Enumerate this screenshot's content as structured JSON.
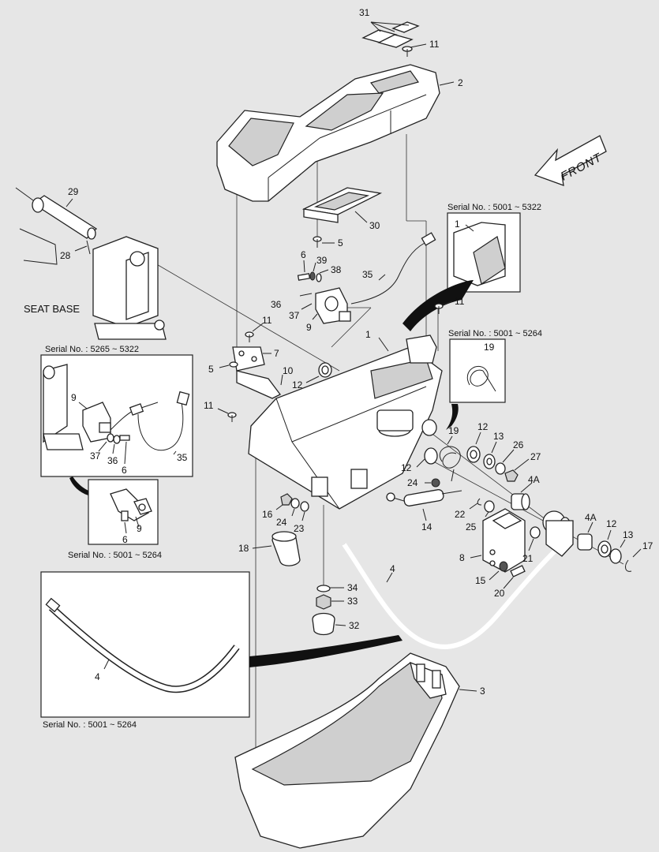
{
  "labels": {
    "p31": "31",
    "p11a": "11",
    "p2": "2",
    "p29": "29",
    "p30": "30",
    "p5a": "5",
    "p28": "28",
    "p6a": "6",
    "p39": "39",
    "p38": "38",
    "p35a": "35",
    "p36a": "36",
    "p37a": "37",
    "p9a": "9",
    "p11b": "11",
    "p11c": "11",
    "p1a": "1",
    "p7": "7",
    "p5b": "5",
    "p10": "10",
    "p12a": "12",
    "p11d": "11",
    "p19a": "19",
    "p12b": "12",
    "p13a": "13",
    "p26": "26",
    "p27": "27",
    "p4Aa": "4A",
    "p24a": "24",
    "p22": "22",
    "p25": "25",
    "p14": "14",
    "p16": "16",
    "p24b": "24",
    "p23": "23",
    "p18": "18",
    "p8": "8",
    "p21": "21",
    "p15": "15",
    "p20": "20",
    "p4Ab": "4A",
    "p12c": "12",
    "p13b": "13",
    "p17": "17",
    "p4a": "4",
    "p34": "34",
    "p33": "33",
    "p32": "32",
    "p4b": "4",
    "p3": "3",
    "p1b": "1",
    "p19b": "19",
    "p9b": "9",
    "p37b": "37",
    "p36b": "36",
    "p6b": "6",
    "p35b": "35",
    "p9c": "9",
    "p6c": "6",
    "p12d": "12"
  },
  "front_label": "FRONT",
  "seat_base": "SEAT BASE",
  "serial_captions": {
    "inset_top_right": "Serial No. : 5001 ~ 5322",
    "inset_spring": "Serial No. : 5001 ~ 5264",
    "inset_left": "Serial No. : 5265 ~ 5322",
    "inset_bracket": "Serial No. : 5001 ~ 5264",
    "inset_bottom_left": "Serial No. : 5001 ~ 5264"
  },
  "colors": {
    "background": "#e6e6e6",
    "line": "#222222",
    "part_fill": "#ffffff"
  }
}
